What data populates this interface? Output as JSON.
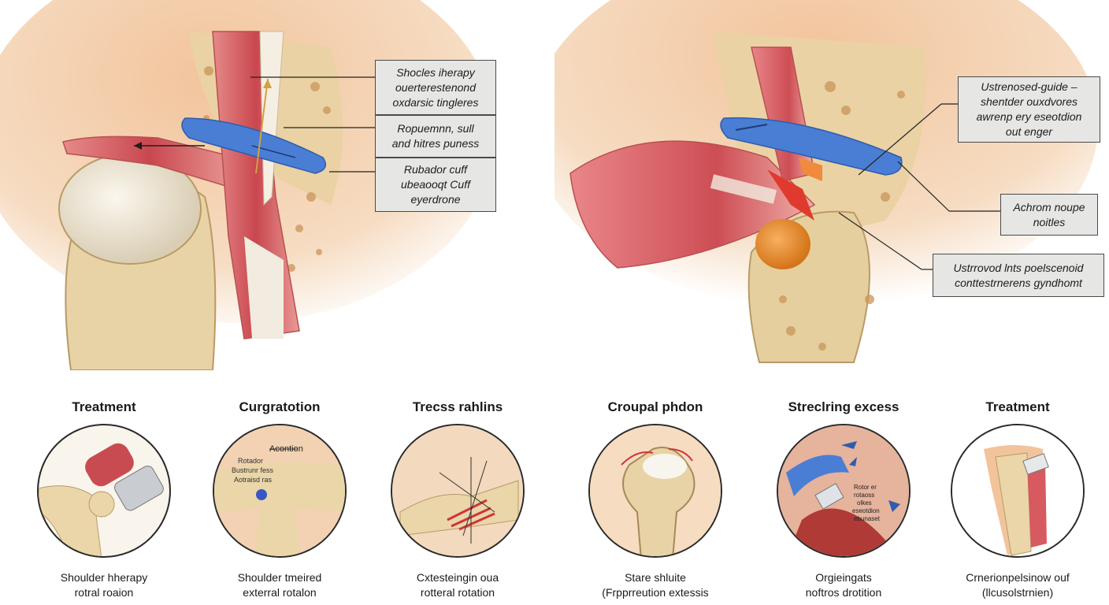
{
  "left_callouts": [
    {
      "lines": [
        "Shocles iherapy",
        "ouerterestenond",
        "oxdarsic tingleres"
      ]
    },
    {
      "lines": [
        "Ropuemnn, sull",
        "and hitres puness"
      ]
    },
    {
      "lines": [
        "Rubador cuff",
        "ubeaooqt Cuff",
        "eyerdrone"
      ]
    }
  ],
  "right_callouts": [
    {
      "lines": [
        "Ustrenosed-guide –",
        "shentder ouxdvores",
        "awrenp ery eseotdion",
        "out enger"
      ]
    },
    {
      "lines": [
        "Achrom noupe",
        "noitles"
      ]
    },
    {
      "lines": [
        "Ustrrovod lnts poelscenoid",
        "conttestrnerens gyndhomt"
      ]
    }
  ],
  "treatments": [
    {
      "title": "Treatment",
      "caption": [
        "Shoulder hherapy",
        "rotral roaion"
      ]
    },
    {
      "title": "Curgratotion",
      "caption": [
        "Shoulder tmeired",
        "exterral rotalon"
      ],
      "inner_labels": [
        "Acontion",
        "Rotador",
        "Bustrunr fess",
        "Aotraisd ras"
      ]
    },
    {
      "title": "Trecss rahlins",
      "caption": [
        "Cxtesteingin oua",
        "rotteral rotation"
      ]
    },
    {
      "title": "Croupal phdon",
      "caption": [
        "Stare shluite",
        "(Frpprreution extessis"
      ]
    },
    {
      "title": "Streclring excess",
      "caption": [
        "Orgieingats",
        "noftros drotition"
      ],
      "inner_labels": [
        "Rotor er",
        "rotaoss",
        "olkes",
        "eseotdion",
        "ebunaset"
      ]
    },
    {
      "title": "Treatment",
      "caption": [
        "Crnerionpelsinow ouf",
        "(llcusolstrnien)"
      ]
    }
  ],
  "colors": {
    "muscle": "#d9636a",
    "tendon": "#f1ebe0",
    "bone": "#ead6a8",
    "ligament": "#4a7ed4",
    "skin": "#f3cfa6"
  }
}
